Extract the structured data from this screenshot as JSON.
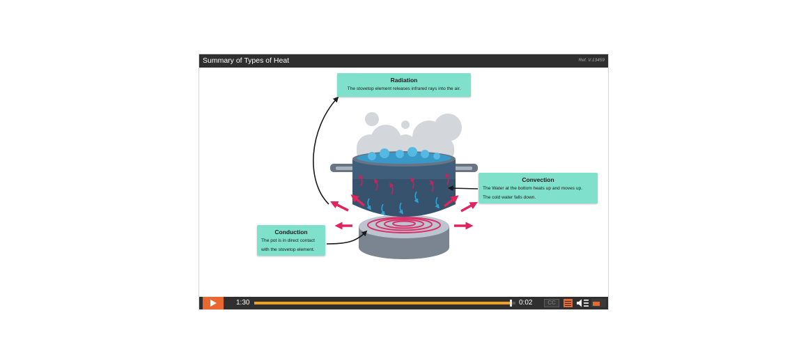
{
  "window": {
    "title": "Summary of Types of Heat",
    "ref": "Ref. V.13459"
  },
  "callouts": {
    "radiation": {
      "heading": "Radiation",
      "body": "The stovetop element releases infrared rays into the air."
    },
    "convection": {
      "heading": "Convection",
      "body_line1": "The Water at the bottom heats up and moves up.",
      "body_line2": "The cold water falls down."
    },
    "conduction": {
      "heading": "Conduction",
      "body_line1": "The pot is in direct contact",
      "body_line2": "with the stovetop element."
    }
  },
  "controls": {
    "elapsed": "1:30",
    "remaining": "0:02",
    "progress_fraction": 0.98,
    "cc_label": "CC",
    "volume_fraction": 0.6,
    "icons": [
      "play-icon",
      "captions-icon",
      "menu-icon",
      "volume-icon"
    ]
  },
  "colors": {
    "accent": "#e8682f",
    "progress": "#f1a11e",
    "callout": "#7fe0cc",
    "heat_arrow": "#e0245e"
  }
}
